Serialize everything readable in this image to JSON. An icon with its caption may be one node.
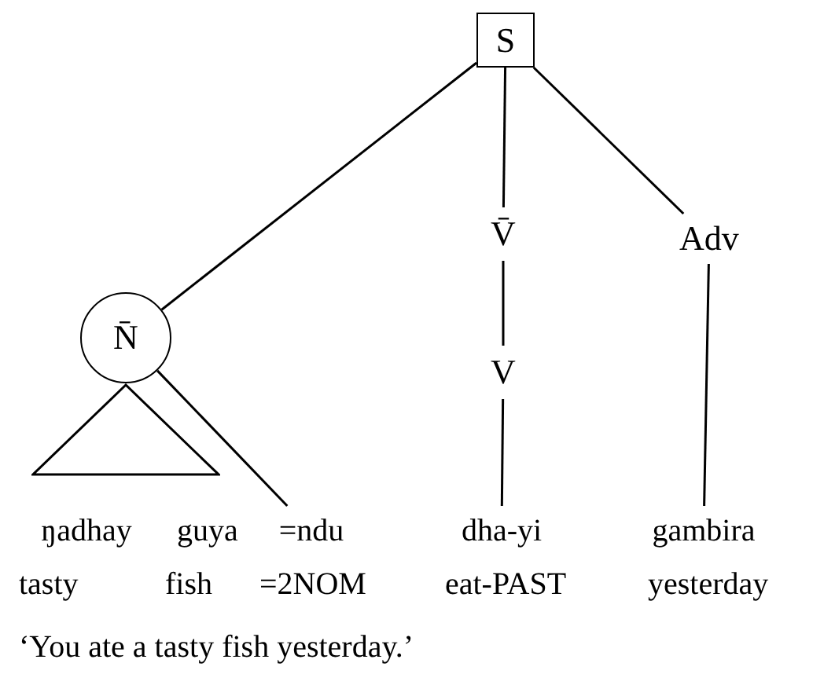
{
  "diagram": {
    "caption": "‘You ate a tasty fish yesterday.’",
    "nodes": [
      {
        "text": [
          "S"
        ]
      },
      {
        "text": [
          "N̄"
        ]
      },
      {
        "text": [
          "V̄"
        ]
      },
      {
        "text": [
          "Adv"
        ]
      },
      {
        "text": [
          "V"
        ]
      },
      {
        "text": [],
        "shape": "triangle"
      },
      {
        "text": [
          "ŋadhay"
        ]
      },
      {
        "text": [
          "guya"
        ]
      },
      {
        "text": [
          "=ndu"
        ]
      },
      {
        "text": [
          "dha-yi"
        ]
      },
      {
        "text": [
          "gambira"
        ]
      }
    ],
    "edges": [
      {
        "from": 0,
        "to": 1,
        "arrow": "none"
      },
      {
        "from": 0,
        "to": 2,
        "arrow": "none"
      },
      {
        "from": 0,
        "to": 3,
        "arrow": "none"
      },
      {
        "from": 2,
        "to": 4,
        "arrow": "none"
      },
      {
        "from": 4,
        "to": 9,
        "arrow": "none"
      },
      {
        "from": 3,
        "to": 10,
        "arrow": "none"
      },
      {
        "from": 1,
        "to": 8,
        "arrow": "none"
      }
    ],
    "labels": [
      "tasty",
      "fish",
      "=2NOM",
      "eat-PAST",
      "yesterday"
    ]
  }
}
